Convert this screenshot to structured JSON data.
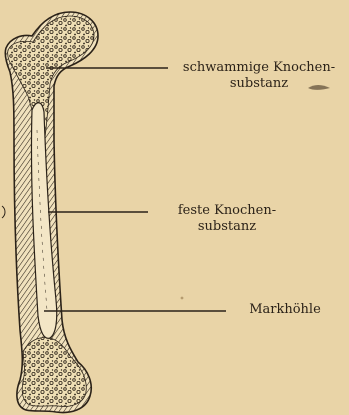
{
  "figure": {
    "labels": {
      "spongy_bone": {
        "line1": "schwammige Knochen-",
        "line2": "substanz"
      },
      "compact_bone": {
        "line1": "feste Knochen-",
        "line2": "substanz"
      },
      "marrow_cavity": {
        "line1": "Markhöhle"
      }
    }
  },
  "colors": {
    "paper": "#e9d4a7",
    "ink": "#2b2218",
    "bone_fill": "#f1e2bd",
    "spongy_fill": "#efdfb5"
  }
}
